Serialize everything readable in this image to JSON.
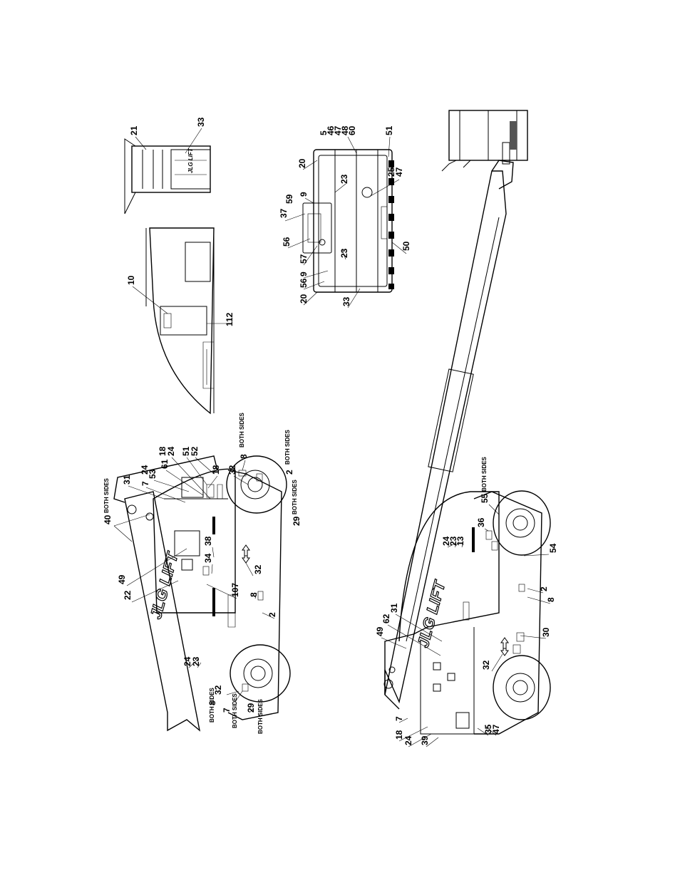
{
  "logo": "JLG LIFT",
  "both_sides": "BOTH SIDES",
  "top_left": {
    "label_21": "21",
    "label_33": "33",
    "label_10": "10",
    "label_112": "112"
  },
  "platform": {
    "l5": "5",
    "l46": "46",
    "l47": "47",
    "l48": "48",
    "l60": "60",
    "l51": "51",
    "l20a": "20",
    "l23a": "23",
    "l25": "25",
    "l47b": "47",
    "l9a": "9",
    "l59": "59",
    "l37": "37",
    "l56a": "56",
    "l57": "57",
    "l9b": "9",
    "l56b": "56",
    "l20b": "20",
    "l23b": "23",
    "l50": "50",
    "l33": "33"
  },
  "left_machine": {
    "l40": "40",
    "l31": "31",
    "l7a": "7",
    "l53": "53",
    "l24a": "24",
    "l61": "61",
    "l18a": "18",
    "l24b": "24",
    "l51": "51",
    "l52": "52",
    "l18b": "18",
    "l32a": "32",
    "l8a": "8",
    "l2a": "2",
    "l29a": "29",
    "l38": "38",
    "l34": "34",
    "l32b": "32",
    "l107": "107",
    "l8b": "8",
    "l2b": "2",
    "l49": "49",
    "l22": "22",
    "l24c": "24",
    "l23": "23",
    "l32c": "32",
    "l8c": "8",
    "l7b": "7",
    "l29b": "29"
  },
  "right_machine": {
    "l55": "55",
    "l36": "36",
    "l54": "54",
    "l13": "13",
    "l23": "23",
    "l24a": "24",
    "l2": "2",
    "l8": "8",
    "l31": "31",
    "l62": "62",
    "l49": "49",
    "l30": "30",
    "l32": "32",
    "l7": "7",
    "l18": "18",
    "l24b": "24",
    "l39": "39",
    "l35": "35",
    "l47": "47"
  }
}
